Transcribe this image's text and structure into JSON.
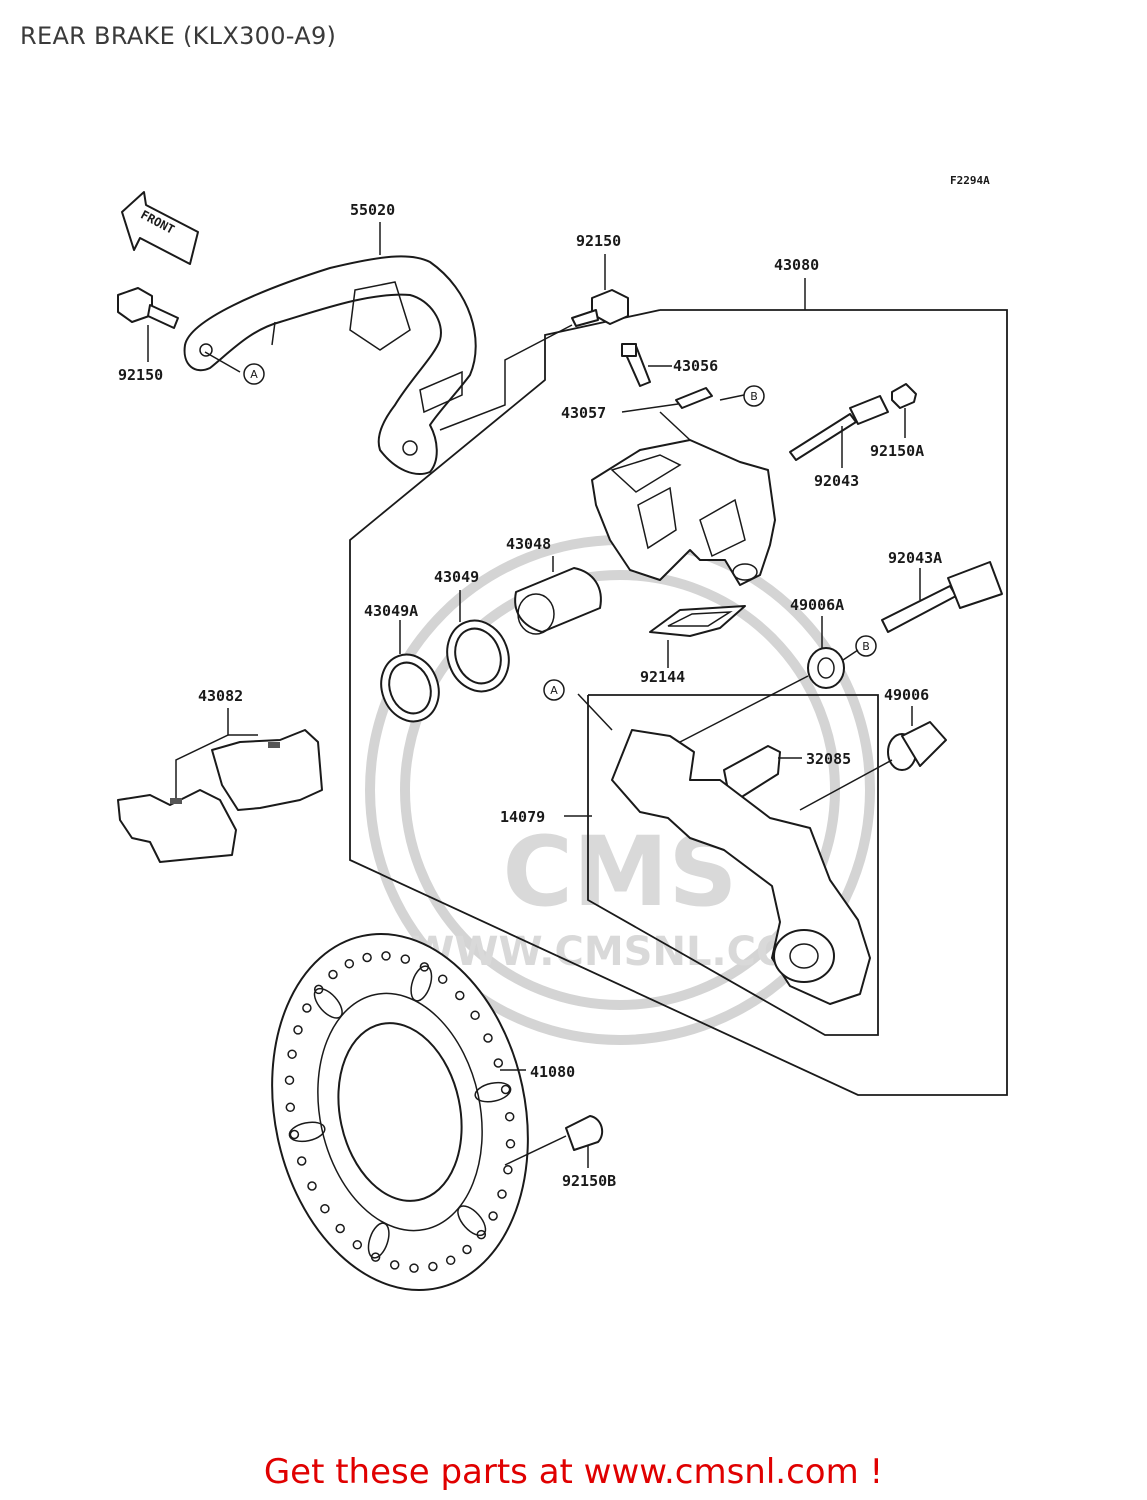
{
  "title": "REAR BRAKE (KLX300-A9)",
  "diagram_code": "F2294A",
  "front_label": "FRONT",
  "watermark": {
    "brand": "CMS",
    "url": "WWW.CMSNL.COM"
  },
  "callouts": {
    "p55020": "55020",
    "p92150_top": "92150",
    "p92150_left": "92150",
    "p43080": "43080",
    "p43056": "43056",
    "p43057": "43057",
    "p92043": "92043",
    "p92150A": "92150A",
    "p43048": "43048",
    "p43049": "43049",
    "p43049A": "43049A",
    "p92043A": "92043A",
    "p49006A": "49006A",
    "p92144": "92144",
    "p43082": "43082",
    "p49006": "49006",
    "p32085": "32085",
    "p14079": "14079",
    "p41080": "41080",
    "p92150B": "92150B"
  },
  "refs": {
    "a1": "A",
    "a2": "A",
    "b1": "B",
    "b2": "B"
  },
  "cta": "Get these parts at www.cmsnl.com !"
}
